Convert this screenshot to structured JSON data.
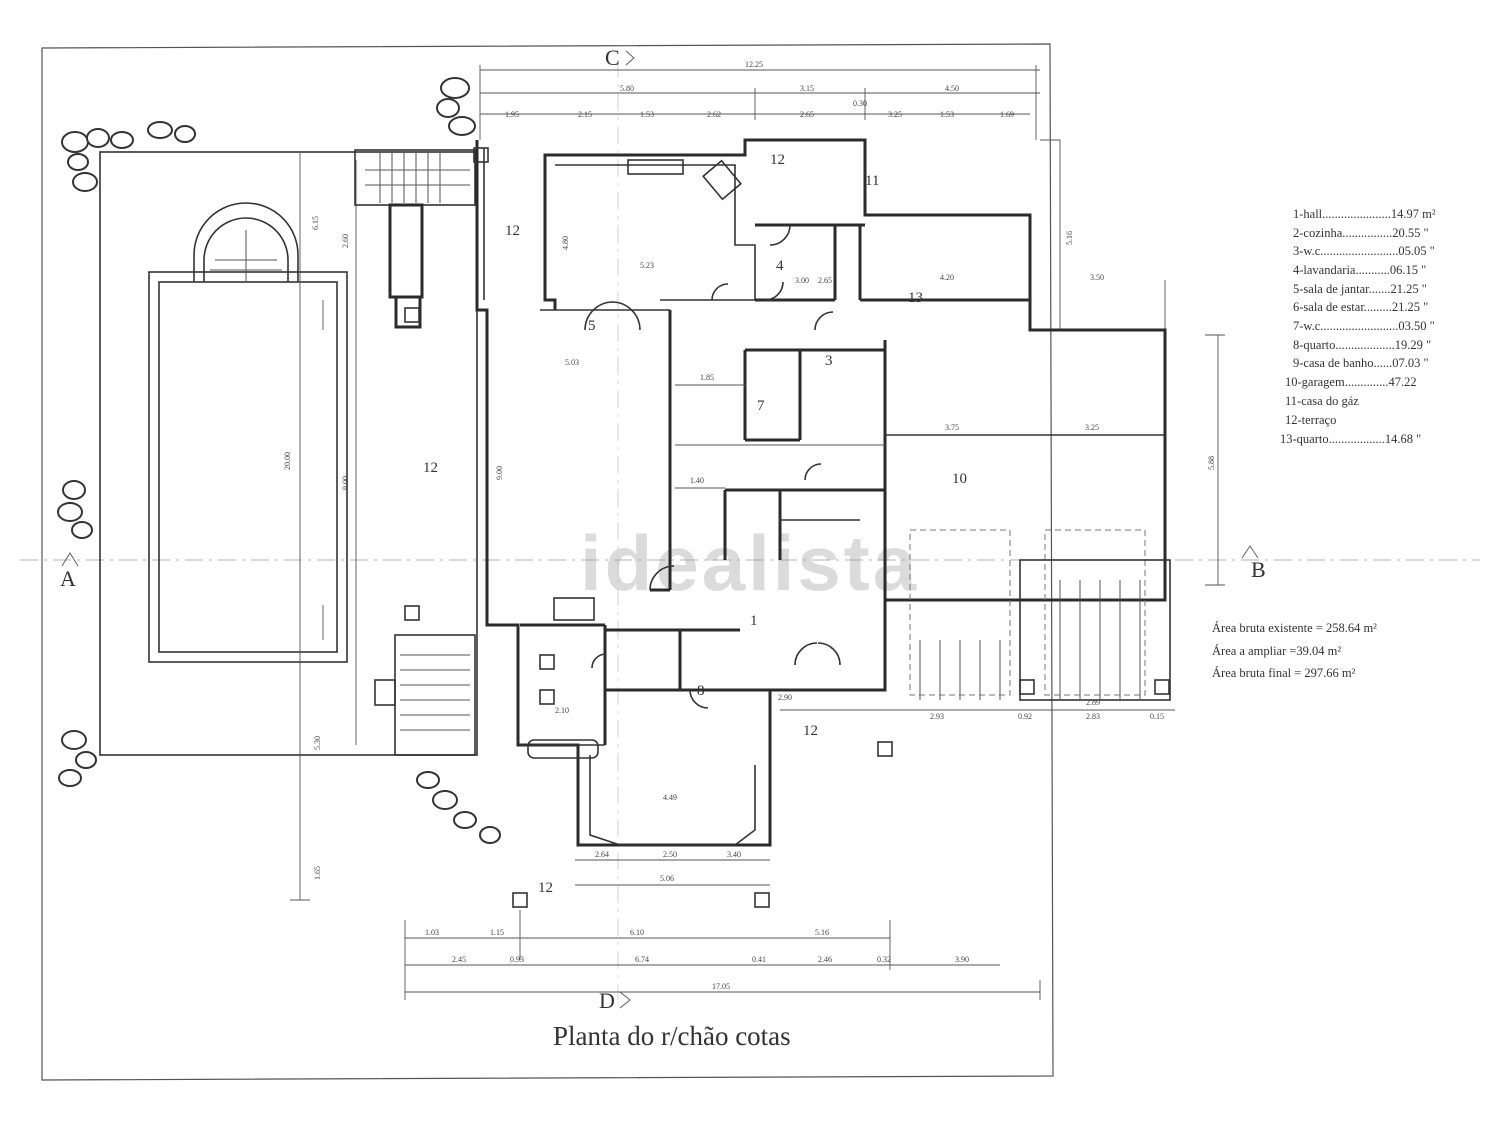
{
  "drawing": {
    "title": "Planta do r/chão cotas",
    "watermark": "idealista",
    "section_markers": {
      "top": "C",
      "bottom": "D",
      "left": "A",
      "right": "B"
    }
  },
  "legend": [
    {
      "num": "1",
      "label": "1-hall......................14.97 m²"
    },
    {
      "num": "2",
      "label": "2-cozinha................20.55 \""
    },
    {
      "num": "3",
      "label": "3-w.c.........................05.05 \""
    },
    {
      "num": "4",
      "label": "4-lavandaria...........06.15 \""
    },
    {
      "num": "5",
      "label": "5-sala de jantar.......21.25 \""
    },
    {
      "num": "6",
      "label": "6-sala de estar.........21.25 \""
    },
    {
      "num": "7",
      "label": "7-w.c.........................03.50 \""
    },
    {
      "num": "8",
      "label": "8-quarto...................19.29 \""
    },
    {
      "num": "9",
      "label": "9-casa de banho......07.03 \""
    },
    {
      "num": "10",
      "label": "10-garagem..............47.22"
    },
    {
      "num": "11",
      "label": "11-casa do gáz"
    },
    {
      "num": "12",
      "label": "12-terraço"
    },
    {
      "num": "13",
      "label": "13-quarto..................14.68 \""
    }
  ],
  "areas": {
    "existing": "Área bruta existente = 258.64 m²",
    "extension": "Área a ampliar =39.04 m²",
    "final": "Área bruta final = 297.66 m²"
  },
  "room_labels": {
    "hall": "1",
    "wc_a": "3",
    "lavandaria": "4",
    "sala_jantar": "5",
    "wc_b": "7",
    "quarto_8": "8",
    "garagem": "10",
    "gas": "11",
    "terraco_top": "12",
    "terraco_side": "12",
    "terraco_south": "12",
    "terraco_bottom": "12",
    "terraco_left": "12",
    "quarto_13": "13"
  },
  "dimensions": {
    "top_total": "12.25",
    "top_row1": [
      "5.80",
      "3.15",
      "4.50"
    ],
    "top_row2": [
      "1.95",
      "2.15",
      "1.53",
      "2.62",
      "2.65",
      "0.30",
      "3.25",
      "1.53",
      "1.69"
    ],
    "bottom_row1": [
      "1.03",
      "1.15",
      "6.10",
      "5.16"
    ],
    "bottom_row2": [
      "2.45",
      "0.93",
      "6.74",
      "0.41",
      "2.46",
      "0.32",
      "3.90"
    ],
    "bottom_total": "17.05",
    "pool_length": "20.00",
    "pool_side": [
      "9.00",
      "6.15",
      "2.60",
      "5.30",
      "1.65"
    ],
    "interior": [
      "5.23",
      "5.03",
      "1.85",
      "1.40",
      "3.75",
      "3.25",
      "4.20",
      "3.50",
      "2.90",
      "3.00",
      "4.49",
      "2.64",
      "2.50",
      "3.40",
      "5.06",
      "2.10",
      "2.65",
      "2.93",
      "2.83",
      "0.92",
      "2.89",
      "0.15",
      "5.16",
      "5.88",
      "4.80",
      "9.00"
    ]
  }
}
